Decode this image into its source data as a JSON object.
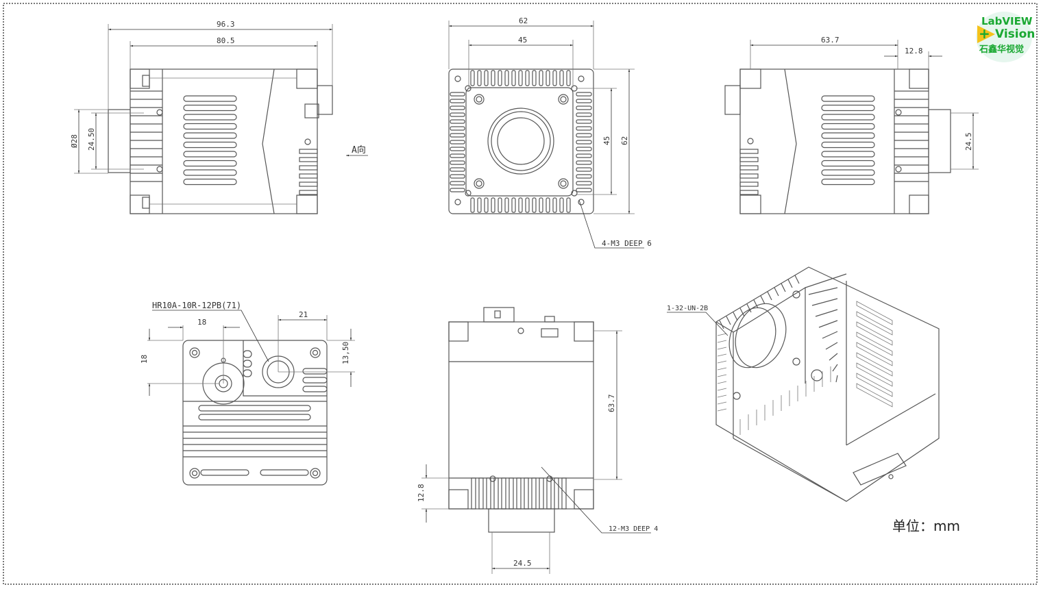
{
  "side_view_left": {
    "dim_overall": "96.3",
    "dim_body": "80.5",
    "dim_lens_dia": "Ø28",
    "dim_mount": "24.50",
    "direction_label": "A向"
  },
  "front_view": {
    "dim_width": "62",
    "dim_hole_spacing": "45",
    "dim_hole_spacing_v": "45",
    "dim_height": "62",
    "callout": "4-M3 DEEP 6"
  },
  "side_view_right": {
    "dim_body": "63.7",
    "dim_rear": "12.8",
    "dim_mount": "24.5"
  },
  "rear_view": {
    "connector_label": "HR10A-10R-12PB(71)",
    "dim_18_h": "18",
    "dim_18_v": "18",
    "dim_21": "21",
    "dim_13_50": "13,50"
  },
  "top_view": {
    "dim_length": "63.7",
    "dim_front": "12.8",
    "dim_mount": "24.5",
    "callout": "12-M3 DEEP 4"
  },
  "iso_view": {
    "callout": "1-32-UN-2B"
  },
  "unit_label": "单位：mm",
  "logo": {
    "line1": "LabVIEW",
    "line2": "Vision",
    "line3": "石鑫华视觉"
  }
}
